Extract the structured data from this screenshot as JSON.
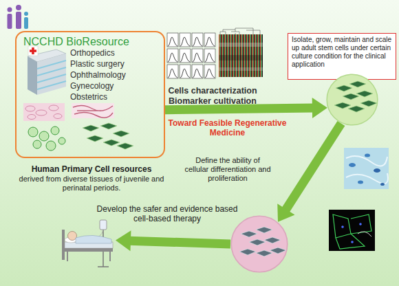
{
  "diagram": {
    "nodes": [
      {
        "text": [
          "NCCHD BioResource",
          "Orthopedics",
          "Plastic surgery",
          "Ophthalmology",
          "Gynecology",
          "Obstetrics",
          "Human Primary Cell resources",
          "derived from diverse tissues of juvenile and perinatal periods."
        ]
      },
      {
        "text": [
          "Isolate, grow, maintain and scale up adult stem cells under certain culture condition for the clinical application"
        ]
      },
      {
        "text": []
      },
      {
        "text": []
      },
      {
        "text": []
      }
    ],
    "edges": [
      {
        "from": 0,
        "to": 2,
        "arrow": "to",
        "label": "Toward Feasible Regenerative Medicine"
      },
      {
        "from": 2,
        "to": 3,
        "arrow": "to",
        "label": "Define the ability of cellular differentiation and proliferation"
      },
      {
        "from": 3,
        "to": 4,
        "arrow": "to",
        "label": "Develop the safer and evidence based cell-based therapy"
      }
    ],
    "labels": [
      "Cells characterization Biomarker cultivation"
    ]
  }
}
